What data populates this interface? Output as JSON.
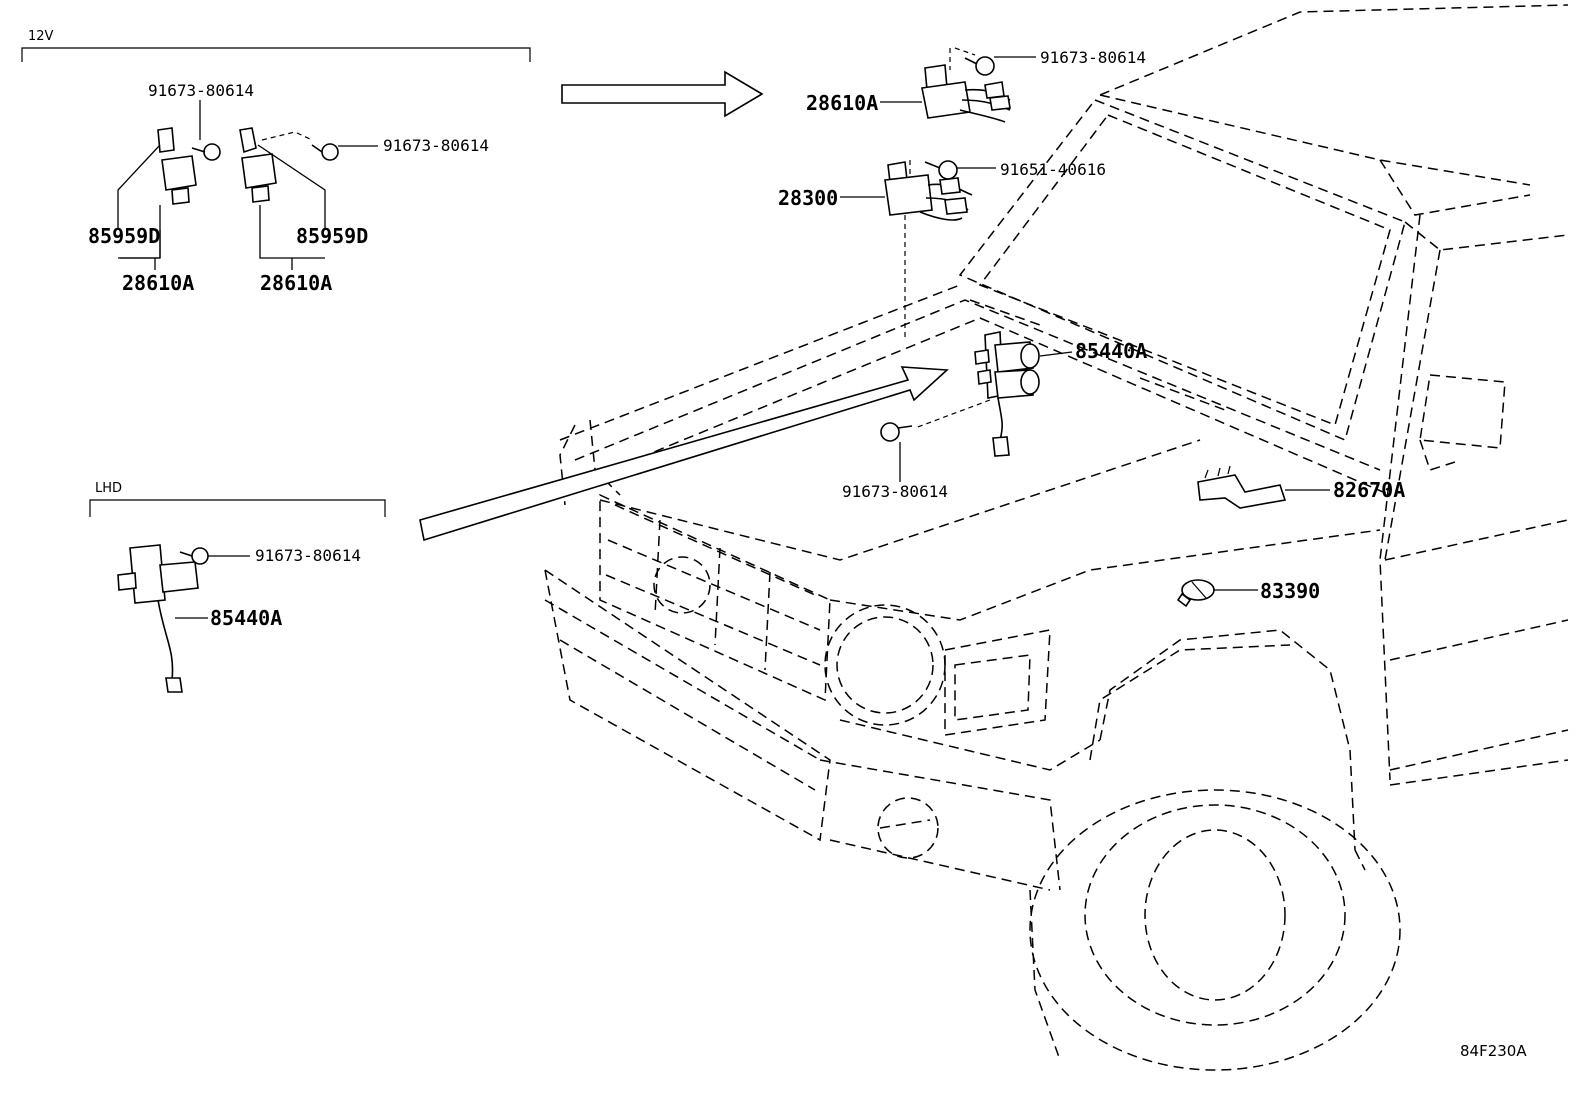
{
  "groups": {
    "v12_label": "12V",
    "lhd_label": "LHD"
  },
  "labels": {
    "bolt_12v_left": "91673-80614",
    "bolt_12v_right": "91673-80614",
    "relay_12v_left": "85959D",
    "relay_12v_right": "85959D",
    "assy_12v_left": "28610A",
    "assy_12v_right": "28610A",
    "bolt_lhd": "91673-80614",
    "valve_lhd": "85440A",
    "bolt_top": "91673-80614",
    "relay_top": "28610A",
    "bolt_mid": "91651-40616",
    "relay_mid": "28300",
    "valve_main": "85440A",
    "bolt_main": "91673-80614",
    "bracket_side": "82670A",
    "switch_fender": "83390"
  },
  "figure_ref": "84F230A"
}
